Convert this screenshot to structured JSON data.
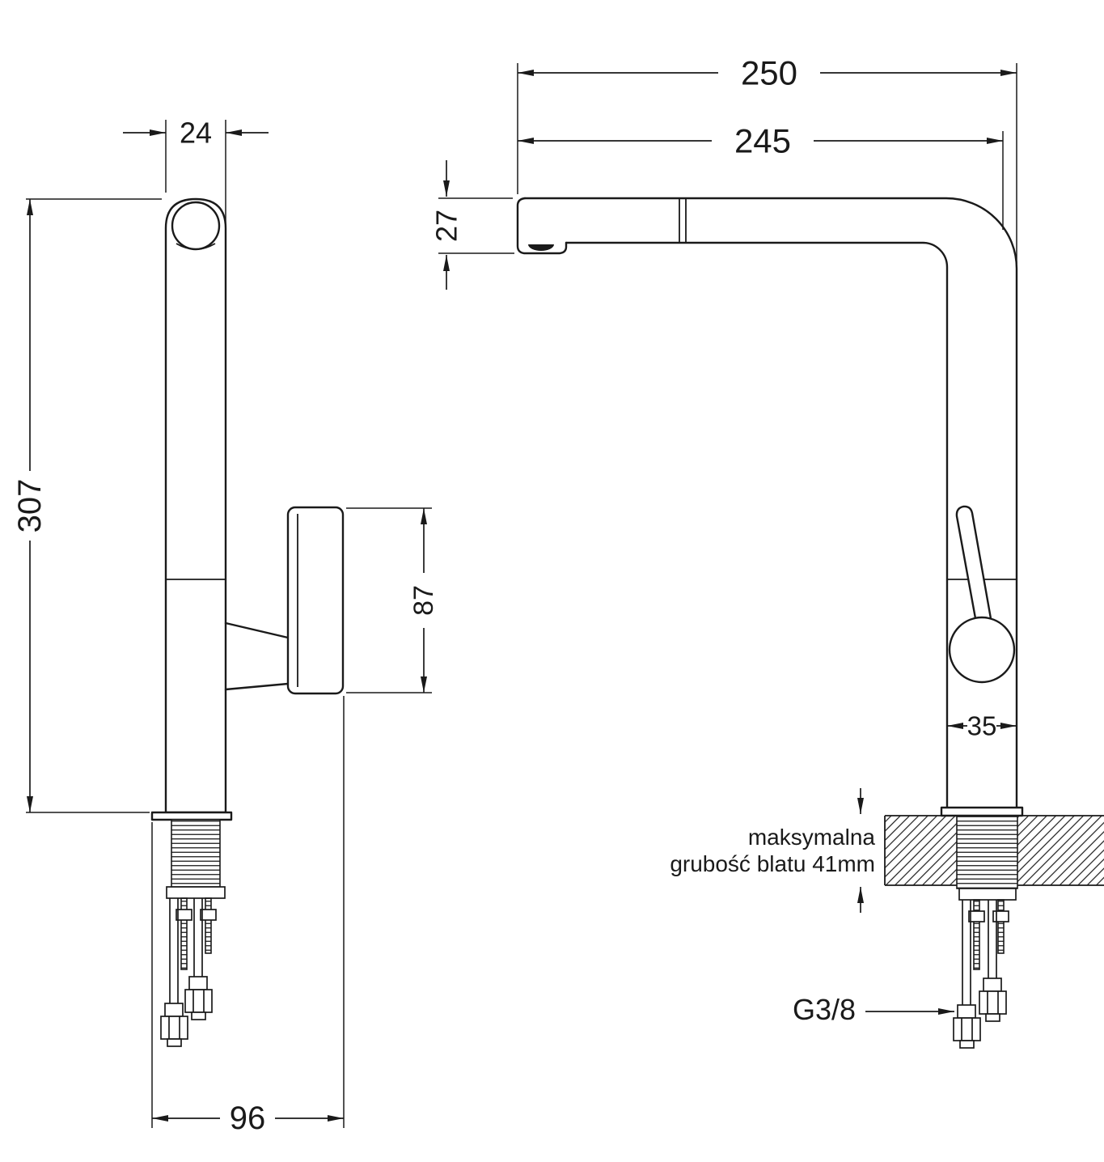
{
  "page": {
    "background": "#ffffff",
    "ink": "#1a1a1a",
    "description": "Technical dimension drawing of a kitchen faucet, side view and front view"
  },
  "side_view": {
    "dim_spout_width": "24",
    "dim_total_height": "307",
    "dim_handle_length": "87",
    "dim_base_depth": "96"
  },
  "front_view": {
    "dim_overall_depth": "250",
    "dim_spout_reach": "245",
    "dim_spout_height": "27",
    "dim_body_width": "35",
    "counter_note_line1": "maksymalna",
    "counter_note_line2": "grubość blatu 41mm",
    "thread_size": "G3/8"
  }
}
